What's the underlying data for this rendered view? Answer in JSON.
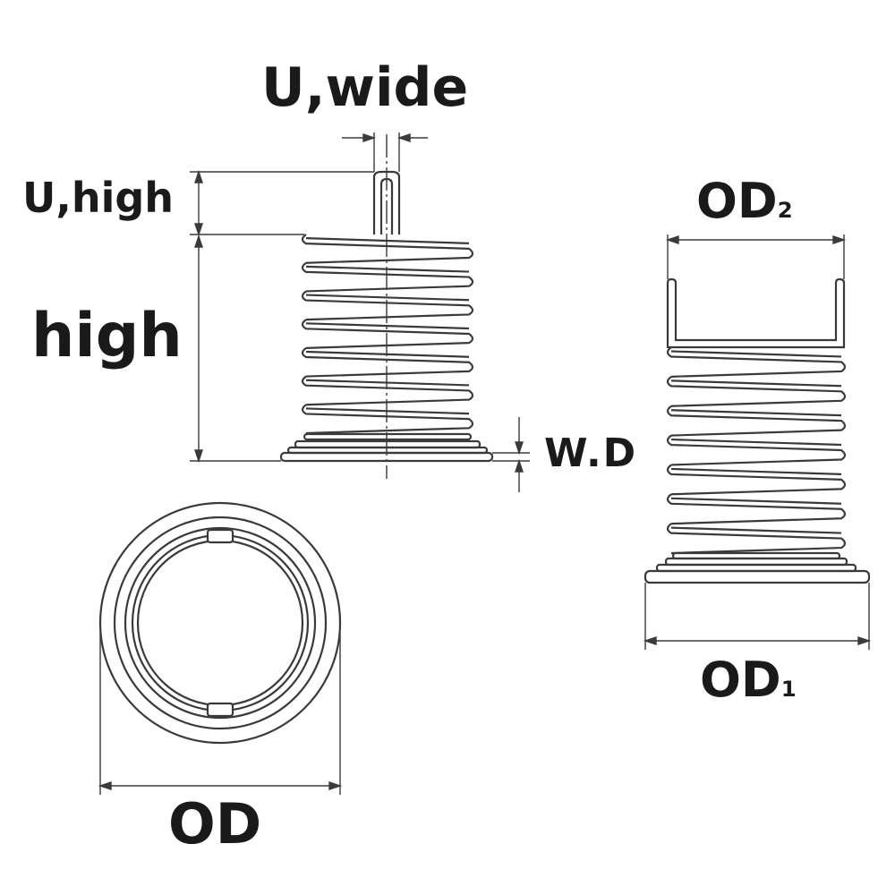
{
  "labels": {
    "u_wide": "U,wide",
    "u_high": "U,high",
    "high": "high",
    "wire_diameter": "W.D",
    "od2": "OD",
    "od2_sub": "2",
    "od1": "OD",
    "od1_sub": "1",
    "od": "OD"
  },
  "colors": {
    "line": "#3a3a3a",
    "text": "#1a1a1a",
    "background": "#ffffff"
  }
}
